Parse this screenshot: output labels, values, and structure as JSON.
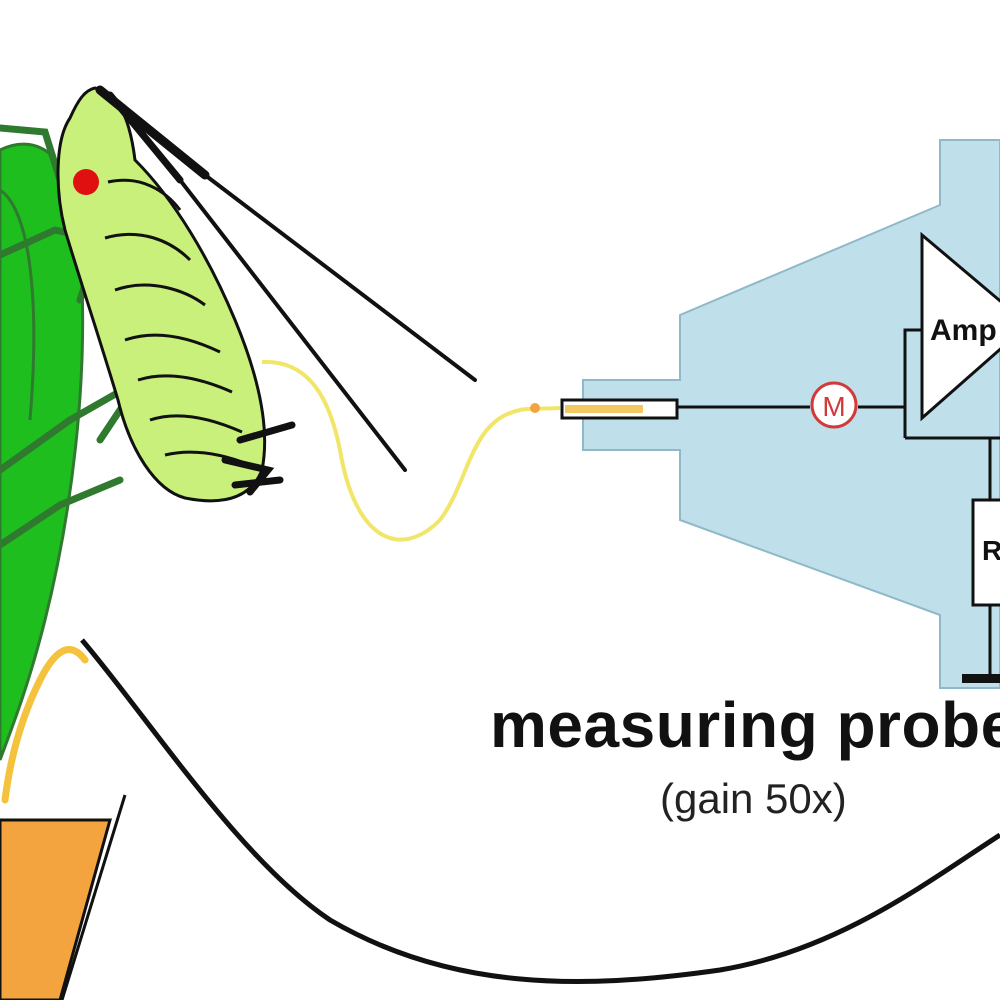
{
  "probe": {
    "title": "measuring probe",
    "gain": "(gain 50x)",
    "meter_symbol": "M",
    "amplifier_label": "Amp",
    "resistor_label": "R"
  },
  "colors": {
    "plant": "#1fbe1f",
    "plant_outline": "#2f7a2f",
    "aphid_body": "#c8f07a",
    "aphid_eye": "#e01010",
    "wire_gold": "#f2e66a",
    "electrode_orange": "#f4a43e",
    "probe_housing": "#bfe0ea",
    "meter_ring": "#d23a3a",
    "outline": "#111111"
  },
  "icons": {
    "plant": "leaf-icon",
    "aphid": "aphid-icon",
    "meter": "meter-icon",
    "amplifier": "amplifier-icon",
    "resistor": "resistor-icon",
    "ground": "ground-icon"
  }
}
